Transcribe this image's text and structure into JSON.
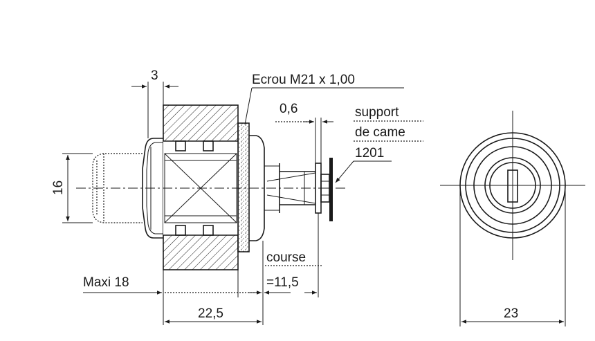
{
  "labels": {
    "ecrou": "Ecrou M21 x 1,00",
    "dim3": "3",
    "dim06": "0,6",
    "support_line1": "support",
    "support_line2": "de came",
    "support_line3": "1201",
    "dim16": "16",
    "course_line1": "course",
    "course_line2": "=11,5",
    "maxi": "Maxi 18",
    "dim225": "22,5",
    "dim23": "23"
  }
}
